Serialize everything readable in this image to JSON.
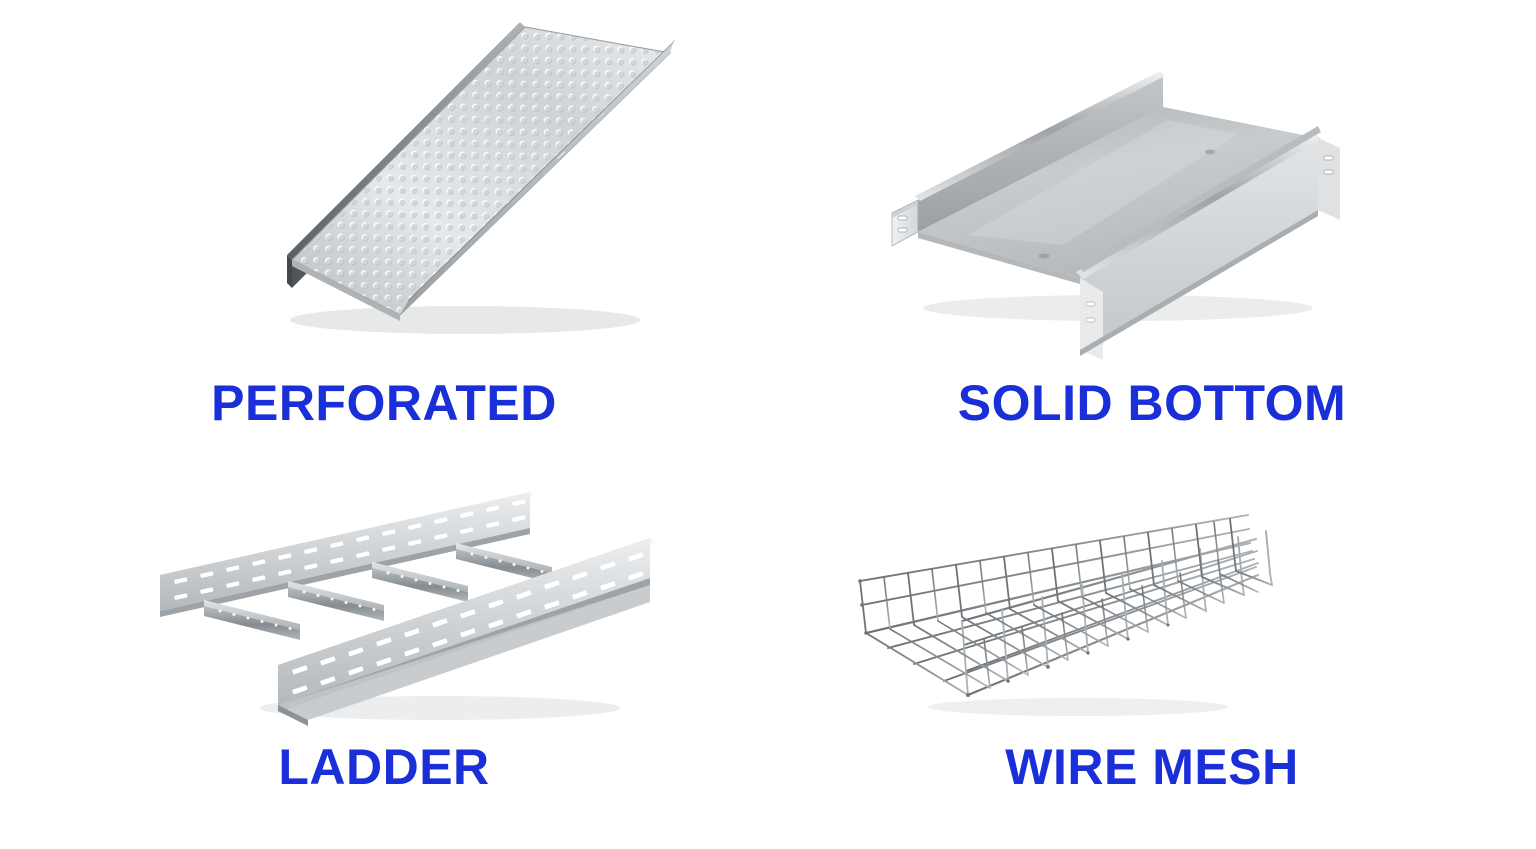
{
  "page": {
    "background_color": "#ffffff",
    "layout": "2x2 product grid",
    "label_color": "#1a2fd8"
  },
  "items": [
    {
      "id": "perforated",
      "label": "PERFORATED",
      "image_alt": "perforated cable tray",
      "metal_color": "#d9dcdf",
      "shadow_color": "#5e6468"
    },
    {
      "id": "solid_bottom",
      "label": "SOLID BOTTOM",
      "image_alt": "solid bottom cable tray",
      "metal_color": "#c9ccce",
      "shadow_color": "#6d7275"
    },
    {
      "id": "ladder",
      "label": "LADDER",
      "image_alt": "ladder cable tray",
      "metal_color": "#d2d5d8",
      "shadow_color": "#6a6f73"
    },
    {
      "id": "wire_mesh",
      "label": "WIRE MESH",
      "image_alt": "wire mesh cable tray basket",
      "metal_color": "#8e9398",
      "shadow_color": "#5c6165"
    }
  ]
}
